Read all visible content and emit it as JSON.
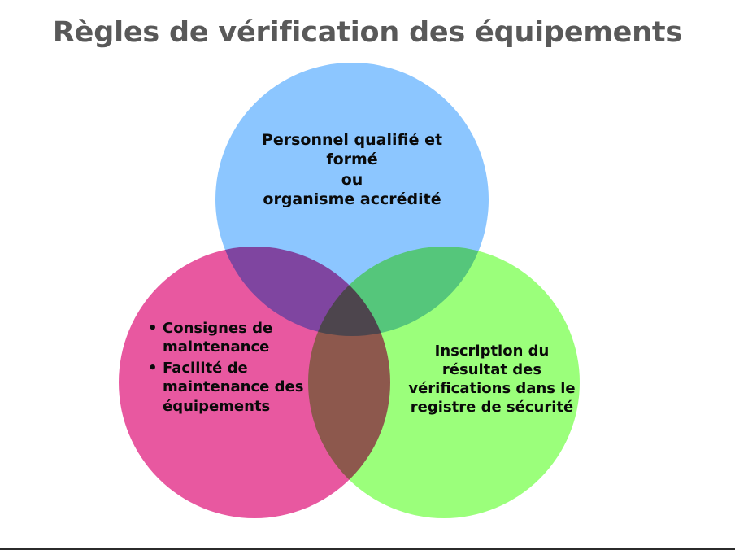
{
  "slide": {
    "title": "Règles de vérification des équipements",
    "background_color": "#ffffff",
    "title_color": "#595959",
    "bottom_border_color": "#2b2b2b"
  },
  "diagram": {
    "type": "venn-3-circle",
    "text_color": "#0a0a0a",
    "sets": [
      {
        "id": "blue",
        "name": "personnel-set",
        "color": "#8cc6ff",
        "position": "top",
        "lines": [
          "Personnel qualifié et",
          "formé",
          "ou",
          "organisme accrédité"
        ]
      },
      {
        "id": "pink",
        "name": "maintenance-set",
        "color": "#e858a0",
        "position": "bottom-left",
        "bullets": [
          "Consignes de maintenance",
          "Facilité de maintenance des équipements"
        ]
      },
      {
        "id": "green",
        "name": "registre-set",
        "color": "#9bff7b",
        "position": "bottom-right",
        "lines": [
          "Inscription du",
          "résultat des",
          "vérifications dans le",
          "registre de sécurité"
        ]
      }
    ],
    "overlap_colors": {
      "blue_pink": "#b943a5",
      "blue_green": "#6be278",
      "pink_green": "#c05a72",
      "all_three": "#a8566e"
    }
  }
}
